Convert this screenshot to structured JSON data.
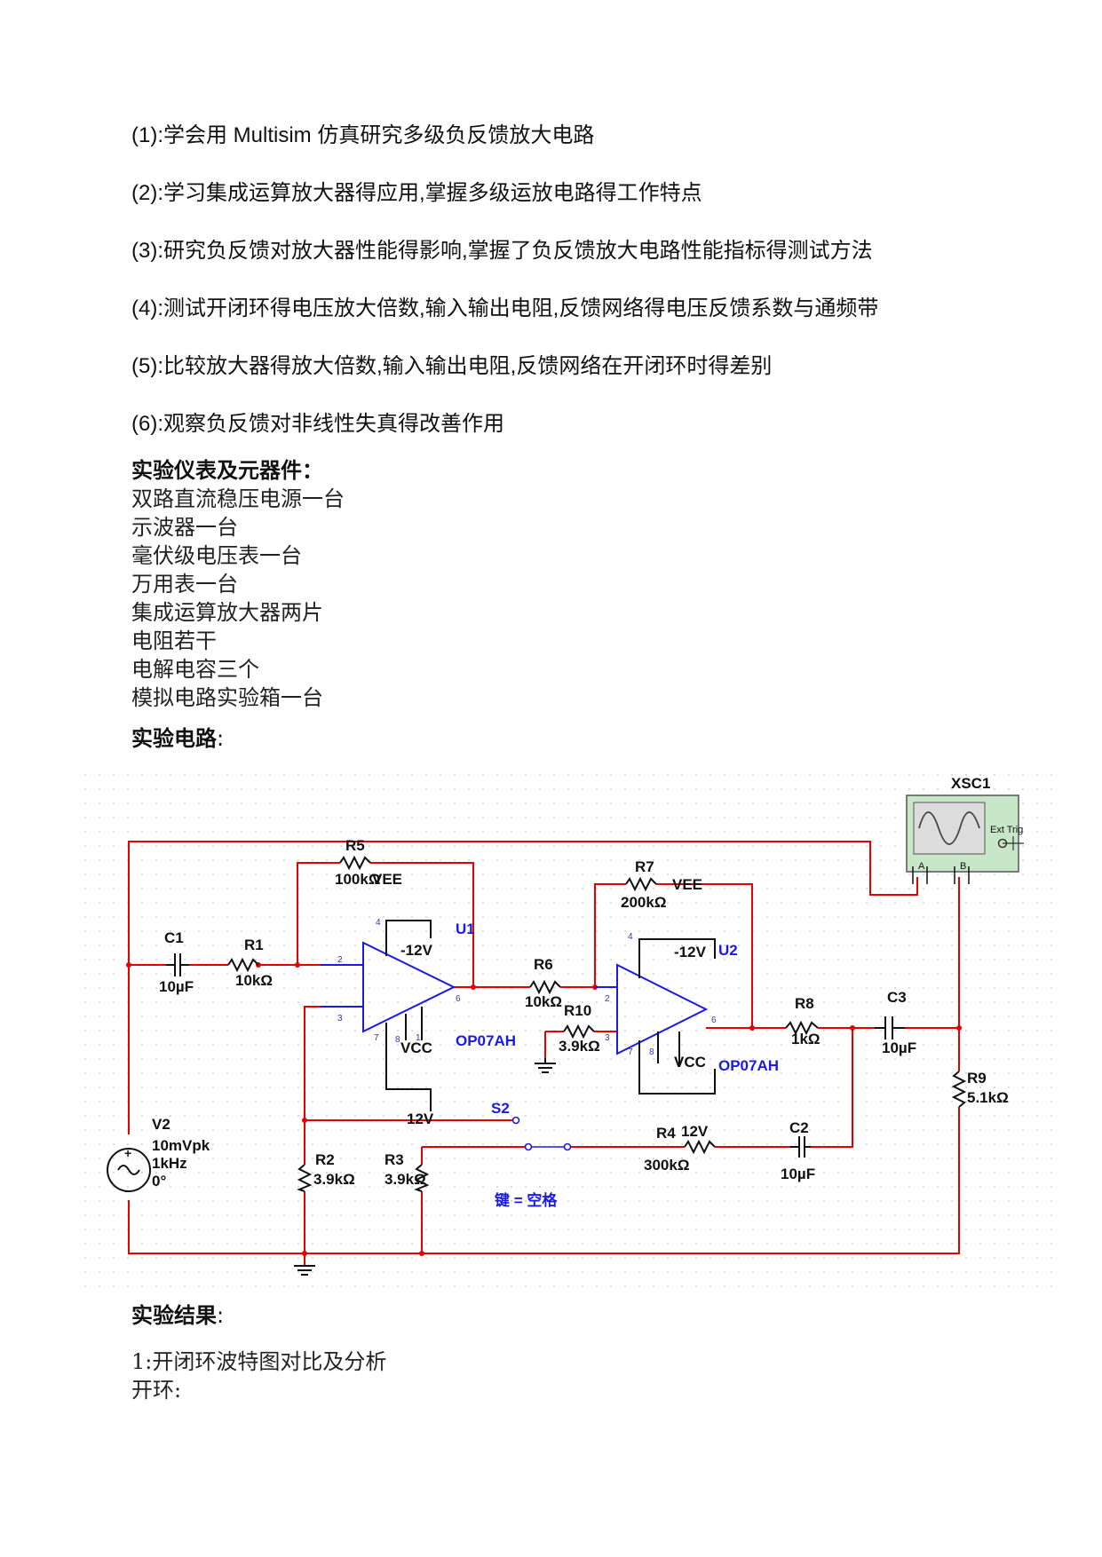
{
  "objectives": [
    "(1):学会用 Multisim 仿真研究多级负反馈放大电路",
    "(2):学习集成运算放大器得应用,掌握多级运放电路得工作特点",
    "(3):研究负反馈对放大器性能得影响,掌握了负反馈放大电路性能指标得测试方法",
    "(4):测试开闭环得电压放大倍数,输入输出电阻,反馈网络得电压反馈系数与通频带",
    "(5):比较放大器得放大倍数,输入输出电阻,反馈网络在开闭环时得差别",
    "(6):观察负反馈对非线性失真得改善作用"
  ],
  "instruments": {
    "heading": "实验仪表及元器件：",
    "items": [
      "双路直流稳压电源一台",
      "示波器一台",
      "毫伏级电压表一台",
      "万用表一台",
      "集成运算放大器两片",
      "电阻若干",
      "电解电容三个",
      "模拟电路实验箱一台"
    ]
  },
  "circuit_section": {
    "heading": "实验电路",
    "colon": ":"
  },
  "circuit": {
    "scope": {
      "name": "XSC1",
      "ext_trig": "Ext Trig",
      "ch_a": "A",
      "ch_b": "B"
    },
    "source": {
      "name": "V2",
      "amplitude": "10mVpk",
      "freq": "1kHz",
      "phase": "0°"
    },
    "u1": {
      "name": "U1",
      "model": "OP07AH",
      "vee": "VEE",
      "vee_val": "-12V",
      "vcc": "VCC",
      "vcc_val": "12V"
    },
    "u2": {
      "name": "U2",
      "model": "OP07AH",
      "vee": "VEE",
      "vee_val": "-12V",
      "vcc": "VCC",
      "vcc_val": "12V"
    },
    "c1": {
      "name": "C1",
      "value": "10µF"
    },
    "c2": {
      "name": "C2",
      "value": "10µF"
    },
    "c3": {
      "name": "C3",
      "value": "10µF"
    },
    "r1": {
      "name": "R1",
      "value": "10kΩ"
    },
    "r2": {
      "name": "R2",
      "value": "3.9kΩ"
    },
    "r3": {
      "name": "R3",
      "value": "3.9kΩ"
    },
    "r4": {
      "name": "R4",
      "value": "300kΩ"
    },
    "r5": {
      "name": "R5",
      "value": "100kΩ"
    },
    "r6": {
      "name": "R6",
      "value": "10kΩ"
    },
    "r7": {
      "name": "R7",
      "value": "200kΩ"
    },
    "r8": {
      "name": "R8",
      "value": "1kΩ"
    },
    "r9": {
      "name": "R9",
      "value": "5.1kΩ"
    },
    "r10": {
      "name": "R10",
      "value": "3.9kΩ"
    },
    "s2": {
      "name": "S2",
      "key": "键 = 空格"
    },
    "pins": {
      "p2": "2",
      "p3": "3",
      "p4": "4",
      "p6": "6",
      "p7": "7",
      "p8": "8",
      "p1": "1"
    },
    "colors": {
      "wire": "#e60000",
      "component": "#111111",
      "label_blue": "#1a1ae6",
      "scope_body": "#c8e6c8"
    }
  },
  "results": {
    "heading": "实验结果",
    "colon": ":",
    "item1": "1:开闭环波特图对比及分析",
    "open_loop": "开环:"
  }
}
